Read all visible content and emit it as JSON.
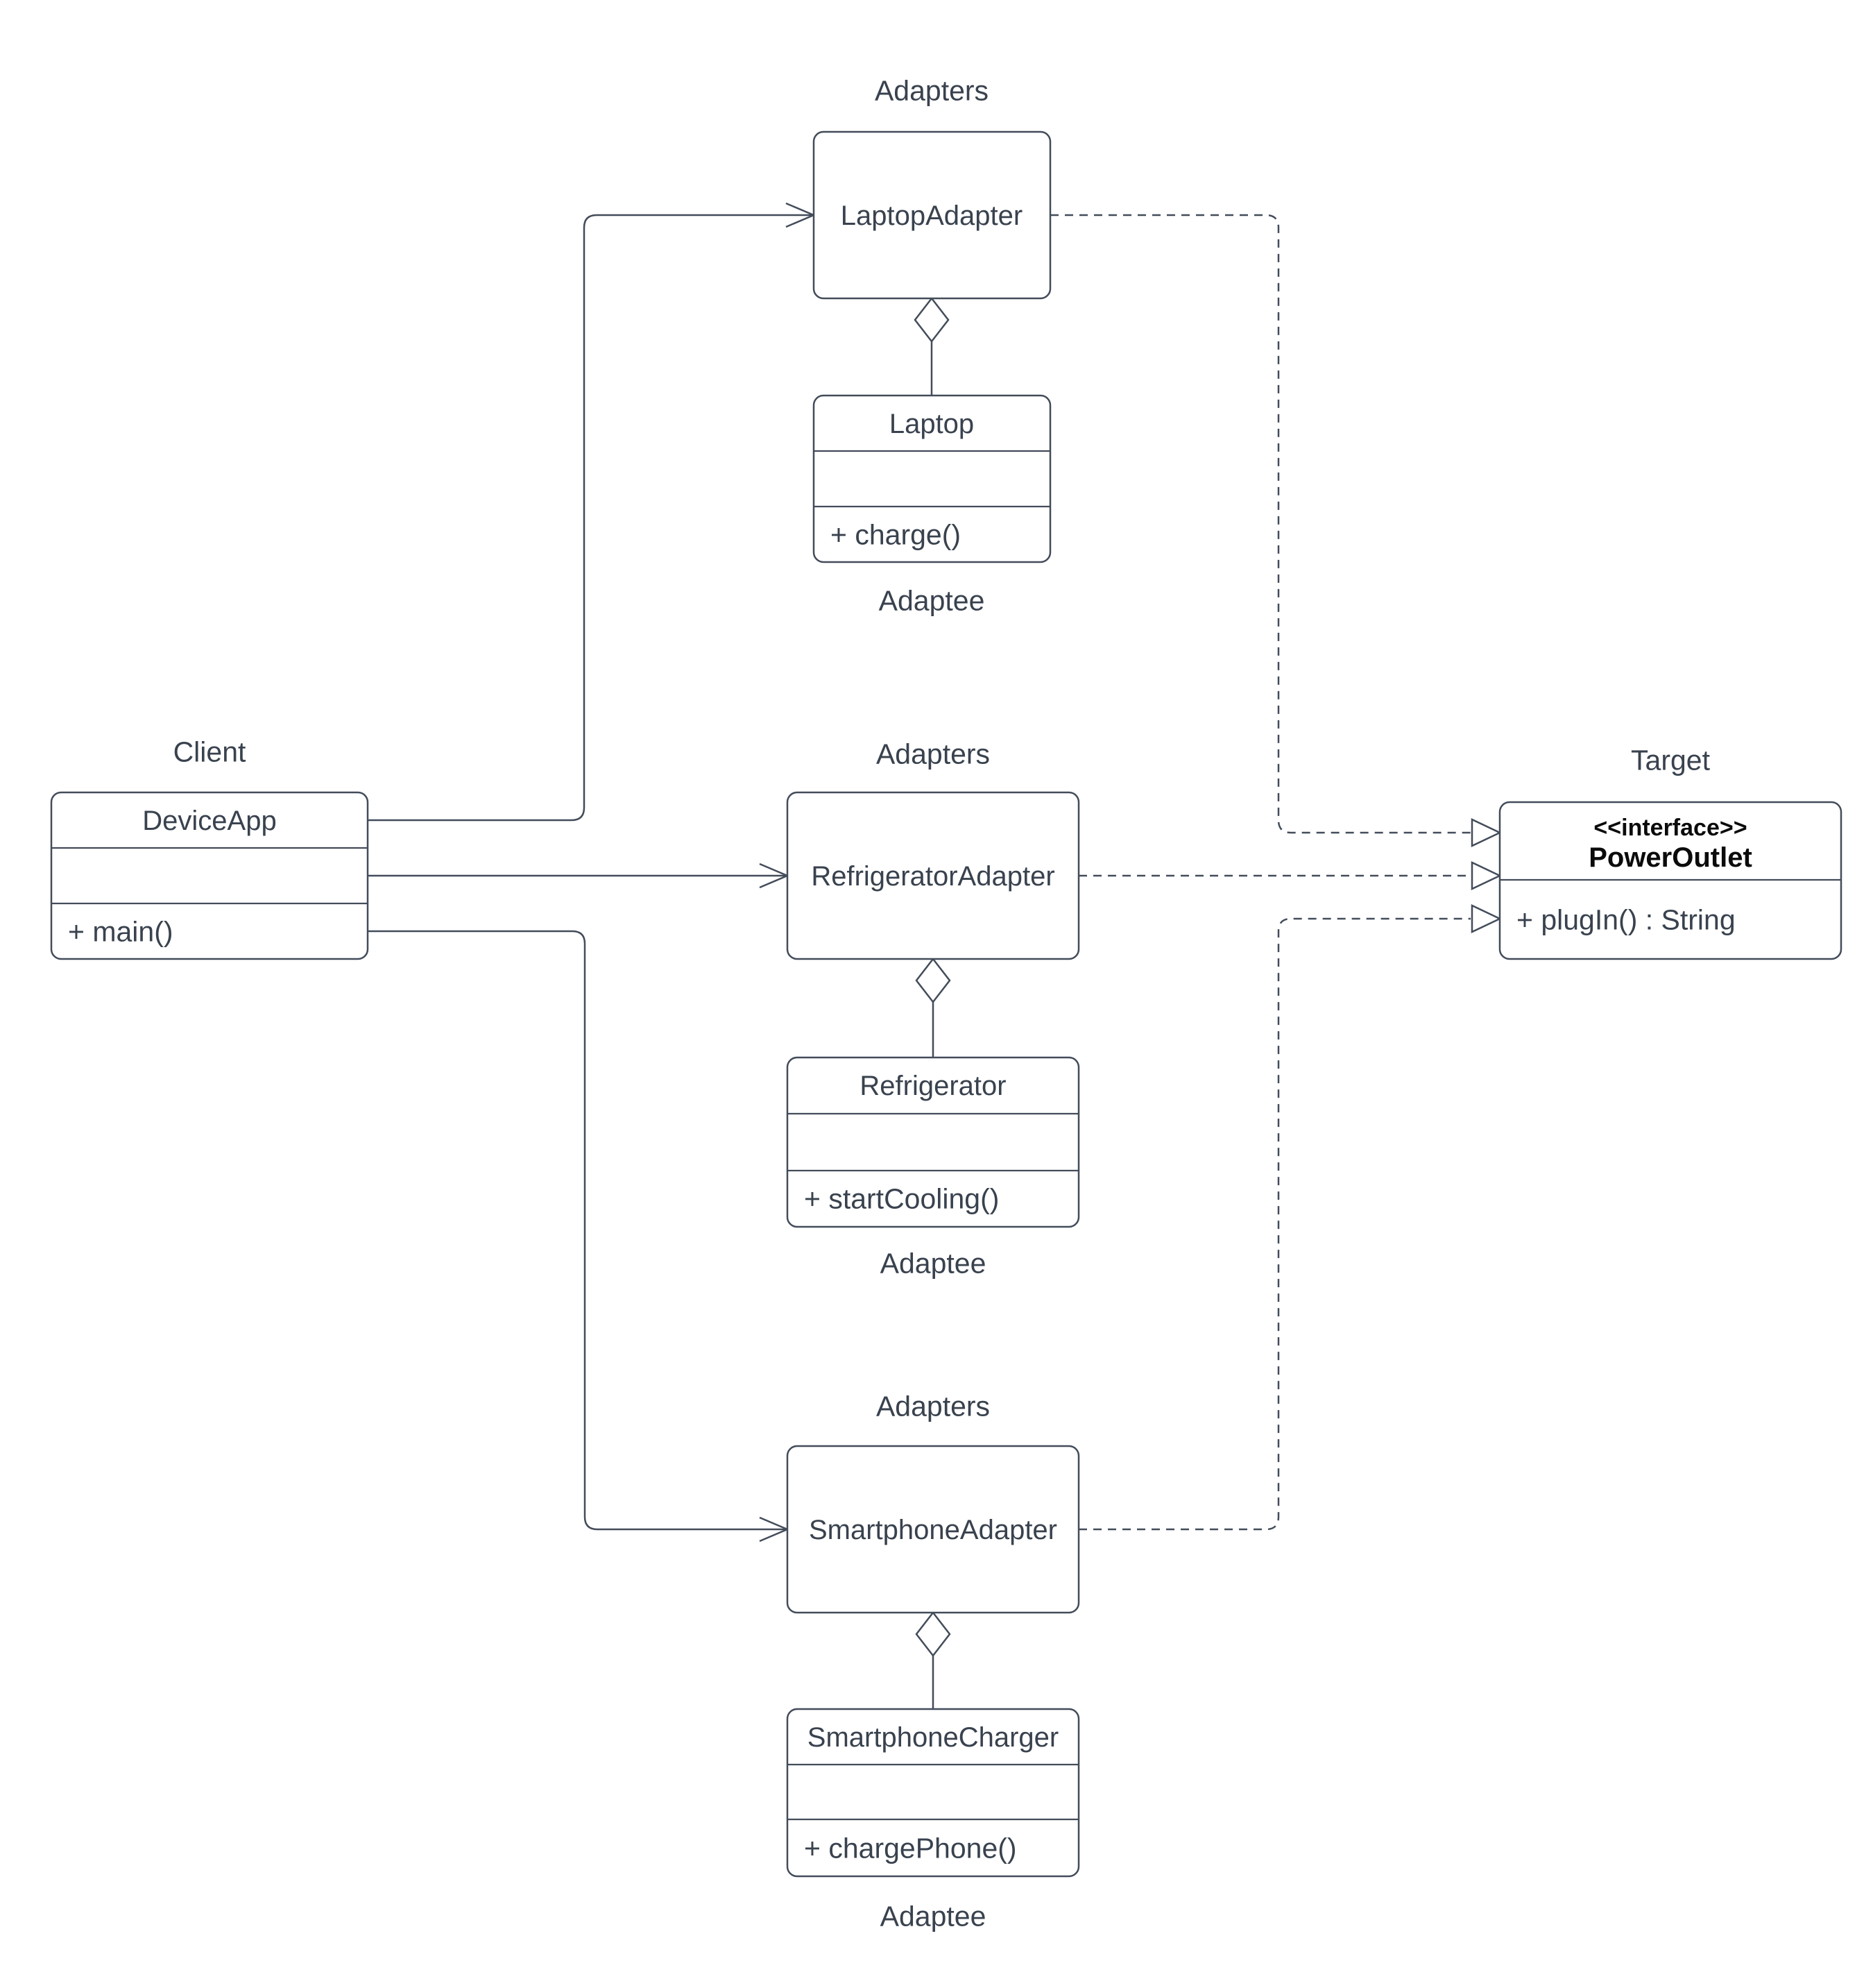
{
  "colors": {
    "stroke": "#434c5a",
    "text": "#39424e",
    "bold_text": "#0b0b0b",
    "background": "#ffffff"
  },
  "labels": {
    "adapters_top": "Adapters",
    "adapters_middle": "Adapters",
    "adapters_bottom": "Adapters",
    "adaptee_top": "Adaptee",
    "adaptee_middle": "Adaptee",
    "adaptee_bottom": "Adaptee",
    "client": "Client",
    "target": "Target"
  },
  "classes": {
    "laptop_adapter": {
      "title": "LaptopAdapter"
    },
    "laptop": {
      "title": "Laptop",
      "methods": "+ charge()"
    },
    "device_app": {
      "title": "DeviceApp",
      "methods": "+ main()"
    },
    "refrigerator_adapter": {
      "title": "RefrigeratorAdapter"
    },
    "refrigerator": {
      "title": "Refrigerator",
      "methods": "+ startCooling()"
    },
    "smartphone_adapter": {
      "title": "SmartphoneAdapter"
    },
    "smartphone_charger": {
      "title": "SmartphoneCharger",
      "methods": "+ chargePhone()"
    },
    "power_outlet": {
      "stereotype": "<<interface>>",
      "title": "PowerOutlet",
      "methods": "+ plugIn() : String"
    }
  }
}
